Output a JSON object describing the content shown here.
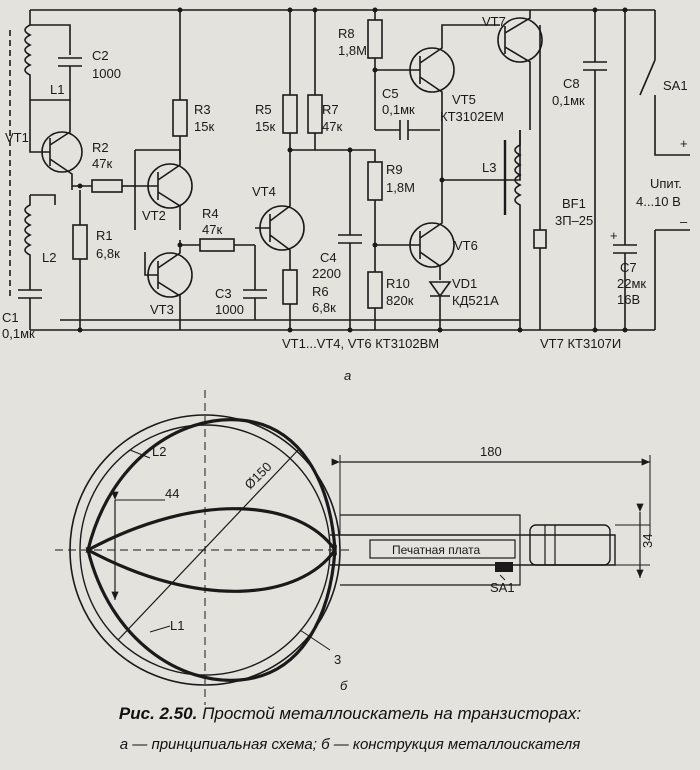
{
  "schematic": {
    "L1": "L1",
    "C2": "C2",
    "C2_val": "1000",
    "VT1": "VT1",
    "R2": "R2",
    "R2_val": "47к",
    "R1": "R1",
    "R1_val": "6,8к",
    "L2": "L2",
    "C1": "C1",
    "C1_val": "0,1мк",
    "R3": "R3",
    "R3_val": "15к",
    "VT2": "VT2",
    "R4": "R4",
    "R4_val": "47к",
    "VT3": "VT3",
    "C3": "C3",
    "C3_val": "1000",
    "R5": "R5",
    "R5_val": "15к",
    "R7": "R7",
    "R7_val": "47к",
    "VT4": "VT4",
    "C4": "C4",
    "C4_val": "2200",
    "R6": "R6",
    "R6_val": "6,8к",
    "R8": "R8",
    "R8_val": "1,8М",
    "C5": "C5",
    "C5_val": "0,1мк",
    "VT5": "VT5",
    "VT5_type": "КТ3102ЕМ",
    "R9": "R9",
    "R9_val": "1,8М",
    "R10": "R10",
    "R10_val": "820к",
    "VT6": "VT6",
    "VD1": "VD1",
    "VD1_type": "КД521А",
    "VT7": "VT7",
    "L3": "L3",
    "BF1": "BF1",
    "BF1_type": "3П–25",
    "C8": "C8",
    "C8_val": "0,1мк",
    "C7": "C7",
    "C7_val": "22мк",
    "C7_volt": "16В",
    "SA1": "SA1",
    "plus": "+",
    "minus": "–",
    "upit": "Uпит.",
    "upit_range": "4...10 В",
    "note_vt": "VT1...VT4, VT6  КТ3102ВМ",
    "note_vt7": "VT7  КТ3107И",
    "part_label": "а"
  },
  "construction": {
    "dim_length": "180",
    "dim_44": "44",
    "dim_diameter": "Ø150",
    "dim_34": "34",
    "L1": "L1",
    "L2": "L2",
    "label_3": "3",
    "pcb_label": "Печатная плата",
    "SA1": "SA1",
    "part_label": "б"
  },
  "caption": {
    "fig": "Рис. 2.50.",
    "title": "Простой металлоискатель на транзисторах:",
    "subtitle": "а — принципиальная схема; б — конструкция металлоискателя"
  }
}
